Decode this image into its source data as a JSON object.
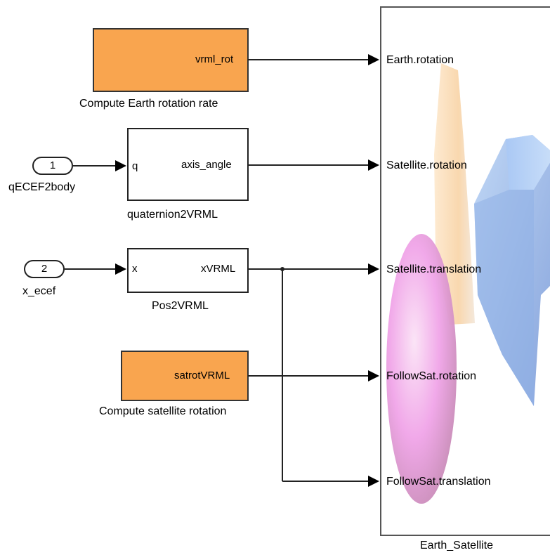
{
  "blocks": {
    "earth_rate": {
      "caption": "Compute Earth rotation rate",
      "out_port": "vrml_rot"
    },
    "quat": {
      "caption": "quaternion2VRML",
      "in_port": "q",
      "out_port": "axis_angle"
    },
    "pos": {
      "caption": "Pos2VRML",
      "in_port": "x",
      "out_port": "xVRML"
    },
    "sat_rot": {
      "caption": "Compute satellite rotation",
      "out_port": "satrotVRML"
    }
  },
  "inports": [
    {
      "number": "1",
      "name": "qECEF2body"
    },
    {
      "number": "2",
      "name": "x_ecef"
    }
  ],
  "vr_sink": {
    "caption": "Earth_Satellite",
    "ports": [
      "Earth.rotation",
      "Satellite.rotation",
      "Satellite.translation",
      "FollowSat.rotation",
      "FollowSat.translation"
    ]
  },
  "colors": {
    "subsystem_fill": "#f9a54f",
    "line": "#222222"
  }
}
